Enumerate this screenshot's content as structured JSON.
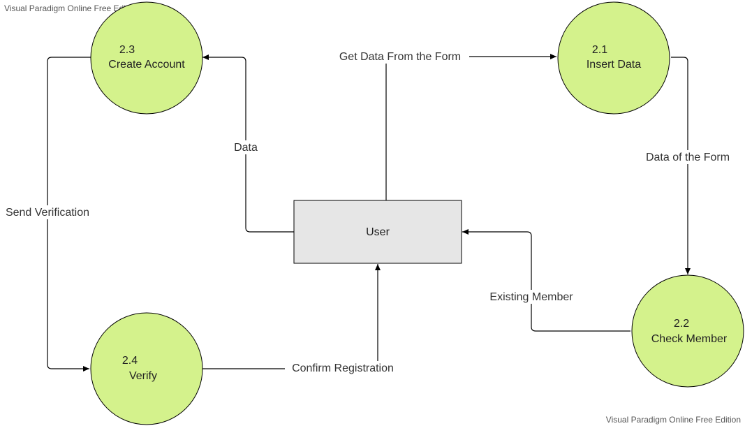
{
  "watermarks": {
    "top": "Visual Paradigm Online Free Edition",
    "bottom": "Visual Paradigm Online Free Edition"
  },
  "colors": {
    "process_fill": "#d4f28c",
    "process_stroke": "#000000",
    "entity_fill": "#e6e6e6",
    "entity_stroke": "#000000",
    "edge": "#000000"
  },
  "entity": {
    "label": "User"
  },
  "processes": {
    "create_account": {
      "number": "2.3",
      "label": "Create Account"
    },
    "insert_data": {
      "number": "2.1",
      "label": "Insert Data"
    },
    "verify": {
      "number": "2.4",
      "label": "Verify"
    },
    "check_member": {
      "number": "2.2",
      "label": "Check Member"
    }
  },
  "flows": {
    "get_data": "Get Data From the Form",
    "data": "Data",
    "data_of_form": "Data of the Form",
    "send_verification": "Send Verification",
    "existing_member": "Existing Member",
    "confirm_registration": "Confirm Registration"
  }
}
